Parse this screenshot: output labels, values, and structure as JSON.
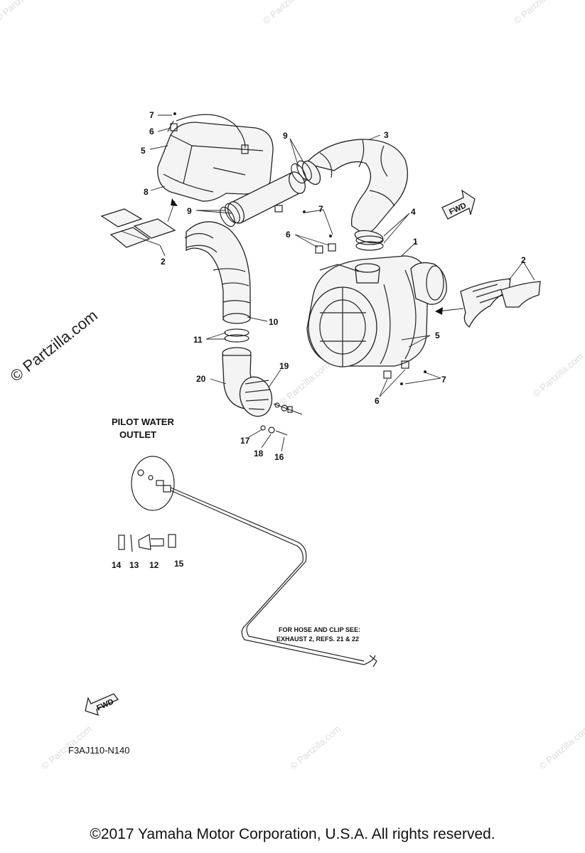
{
  "diagram": {
    "code": "F3AJ110-N140",
    "pilot_water_outlet": [
      "PILOT WATER",
      "OUTLET"
    ],
    "hose_note": [
      "FOR HOSE AND CLIP SEE:",
      "EXHAUST 2, REFS. 21 & 22"
    ],
    "fwd_label": "FWD",
    "watermark": "© Partzilla.com",
    "watermark_small": "© Partzilla.com",
    "labels": {
      "l7a": "7",
      "l6a": "6",
      "l5a": "5",
      "l8": "8",
      "l9a": "9",
      "l3": "3",
      "l9b": "9",
      "l7b": "7",
      "l6b": "6",
      "l4": "4",
      "l1": "1",
      "l2a": "2",
      "l2b": "2",
      "l10": "10",
      "l11": "11",
      "l5b": "5",
      "l7c": "7",
      "l6c": "6",
      "l19": "19",
      "l20": "20",
      "l17": "17",
      "l18": "18",
      "l16": "16",
      "l14": "14",
      "l13": "13",
      "l12": "12",
      "l15": "15"
    }
  },
  "footer": {
    "copyright": "©2017  Yamaha Motor Corporation, U.S.A. All rights reserved."
  }
}
